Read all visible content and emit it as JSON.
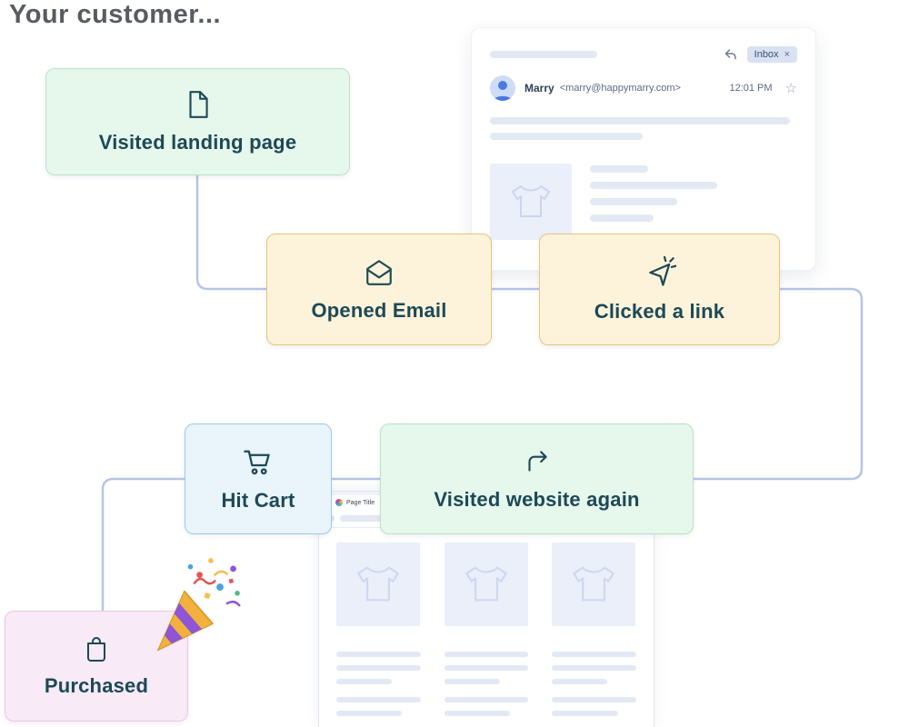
{
  "page": {
    "title": "Your customer..."
  },
  "flow": {
    "visited_landing": "Visited landing page",
    "opened_email": "Opened Email",
    "clicked_link": "Clicked a link",
    "hit_cart": "Hit Cart",
    "visited_again": "Visited website again",
    "purchased": "Purchased"
  },
  "email_preview": {
    "inbox_label": "Inbox",
    "close_glyph": "×",
    "sender_name": "Marry",
    "sender_address": "<marry@happymarry.com>",
    "time": "12:01 PM",
    "star_glyph": "☆"
  },
  "browser_preview": {
    "tab_title": "Page Title"
  },
  "icons": {
    "visited_landing": "document-icon",
    "opened_email": "open-email-icon",
    "clicked_link": "cursor-click-icon",
    "hit_cart": "cart-icon",
    "visited_again": "redo-arrow-icon",
    "purchased": "shopping-bag-icon",
    "celebration": "party-popper-icon"
  },
  "colors": {
    "node_text": "#1d4956",
    "connector": "#b6c5e6",
    "green_bg": "#e6f7ec",
    "green_border": "#b9e3c6",
    "yellow_bg": "#fdf3da",
    "yellow_border": "#e5c67c",
    "blue_bg": "#e9f4fb",
    "blue_border": "#9fc9e8",
    "pink_bg": "#f8eaf7",
    "pink_border": "#eac9e6"
  }
}
